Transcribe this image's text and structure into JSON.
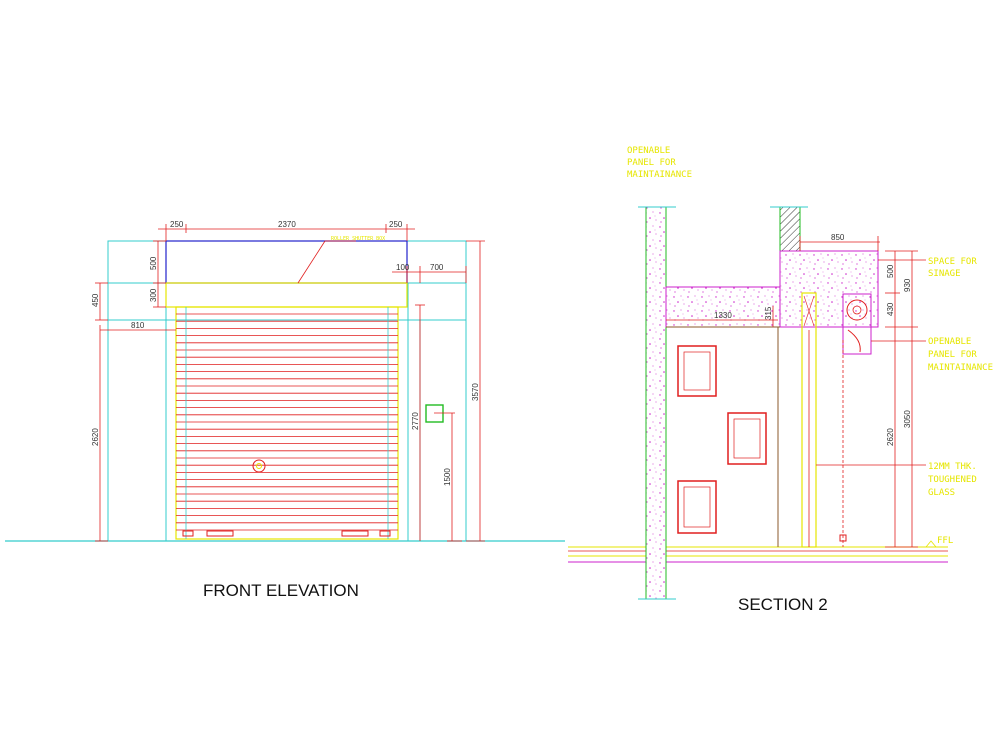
{
  "titles": {
    "front": "FRONT ELEVATION",
    "section": "SECTION 2"
  },
  "front_dims": {
    "d250_left": "250",
    "d2370": "2370",
    "d250_right": "250",
    "d500": "500",
    "d300": "300",
    "d450": "450",
    "d100": "100",
    "d700": "700",
    "d810": "810",
    "d2620": "2620",
    "d2770": "2770",
    "d1500": "1500",
    "d3570": "3570",
    "tiny_note": "ROLLER SHUTTER BOX"
  },
  "section_dims": {
    "d850": "850",
    "d500": "500",
    "d930": "930",
    "d430": "430",
    "d1330": "1330",
    "d315": "315",
    "d2620": "2620",
    "d3050": "3050"
  },
  "section_notes": {
    "openable_top": [
      "OPENABLE",
      "PANEL FOR",
      "MAINTAINANCE"
    ],
    "space_signage": [
      "SPACE FOR",
      "SINAGE"
    ],
    "openable_right": [
      "OPENABLE",
      "PANEL FOR",
      "MAINTAINANCE"
    ],
    "glass": [
      "12MM THK.",
      "TOUGHENED",
      "GLASS"
    ],
    "ffl": "FFL"
  },
  "colors": {
    "cyan": "#33cccc",
    "red": "#e11f1f",
    "yellow": "#e6e600",
    "blue": "#2222cc",
    "magenta": "#cc22cc",
    "green": "#22bb22",
    "brown": "#8b5a2b"
  }
}
